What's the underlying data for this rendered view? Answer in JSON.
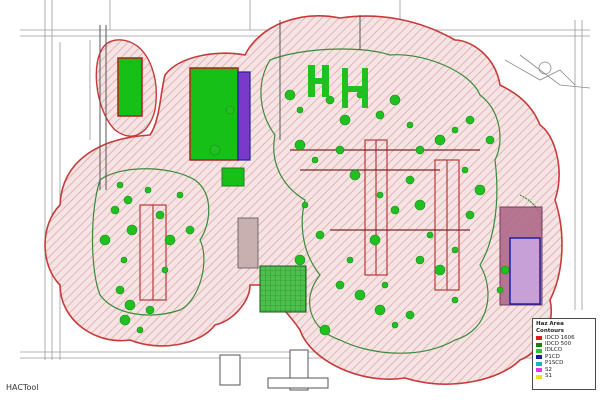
{
  "tool_label": "HACTool",
  "legend": {
    "title": "Haz Area Contours",
    "items": [
      {
        "label": "IDCD 1606",
        "color": "#d32020"
      },
      {
        "label": "IDCD 500",
        "color": "#1a7a1a"
      },
      {
        "label": "IDLCO",
        "color": "#2ec52e"
      },
      {
        "label": "P1CD",
        "color": "#1a1aa0"
      },
      {
        "label": "P1SCD",
        "color": "#20b0c8"
      },
      {
        "label": "S2",
        "color": "#e03ad8"
      },
      {
        "label": "S1",
        "color": "#e8e020"
      }
    ]
  },
  "colors": {
    "outer_contour": "#c83a3a",
    "outer_fill": "#f3d9d9",
    "inner_contour": "#3a8a3a",
    "equipment": "#20c020",
    "building_fill": "#16c016",
    "building_border": "#b02020",
    "blue_box": "#2020a0",
    "road_line": "#8a8a8a"
  }
}
